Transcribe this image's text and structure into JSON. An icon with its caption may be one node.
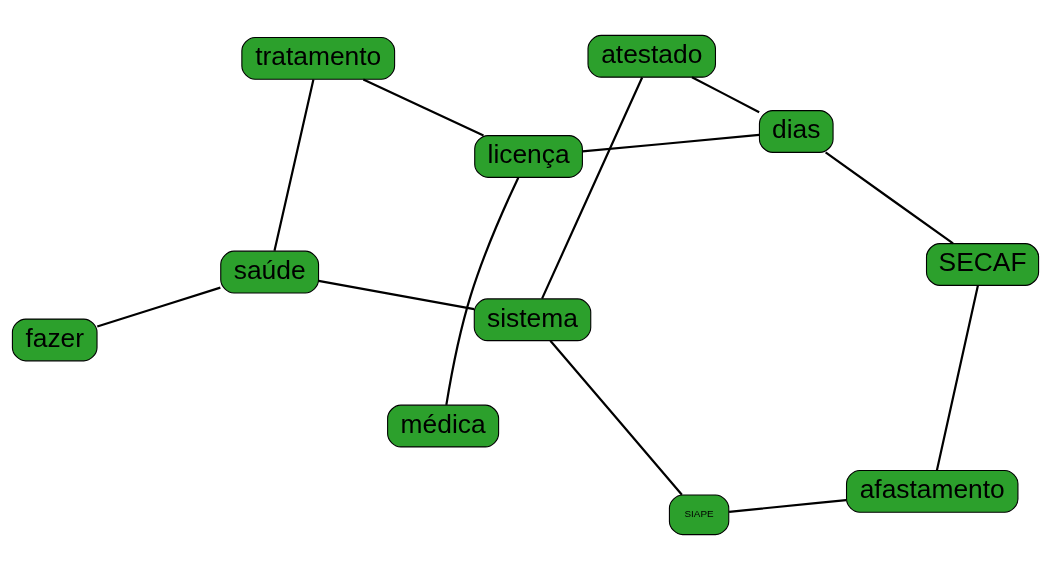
{
  "diagram": {
    "nodes": [
      {
        "text": [
          "sistema"
        ]
      },
      {
        "text": [
          "SIAPE"
        ]
      },
      {
        "text": [
          "saúde"
        ]
      },
      {
        "text": [
          "tratamento"
        ]
      },
      {
        "text": [
          "atestado"
        ]
      },
      {
        "text": [
          "licença"
        ]
      },
      {
        "text": [
          "fazer"
        ]
      },
      {
        "text": [
          "SECAF"
        ]
      },
      {
        "text": [
          "médica"
        ]
      },
      {
        "text": [
          "dias"
        ]
      },
      {
        "text": [
          "afastamento"
        ]
      }
    ],
    "edges": [
      {
        "from": 1,
        "to": 0,
        "arrow": "none"
      },
      {
        "from": 0,
        "to": 2,
        "arrow": "none"
      },
      {
        "from": 0,
        "to": 4,
        "arrow": "none"
      },
      {
        "from": 2,
        "to": 3,
        "arrow": "none"
      },
      {
        "from": 2,
        "to": 6,
        "arrow": "none"
      },
      {
        "from": 3,
        "to": 5,
        "arrow": "none"
      },
      {
        "from": 4,
        "to": 9,
        "arrow": "none"
      },
      {
        "from": 5,
        "to": 9,
        "arrow": "none"
      },
      {
        "from": 5,
        "to": 8,
        "arrow": "none"
      },
      {
        "from": 7,
        "to": 9,
        "arrow": "none"
      },
      {
        "from": 7,
        "to": 10,
        "arrow": "none"
      },
      {
        "from": 1,
        "to": 10,
        "arrow": "none"
      }
    ]
  }
}
